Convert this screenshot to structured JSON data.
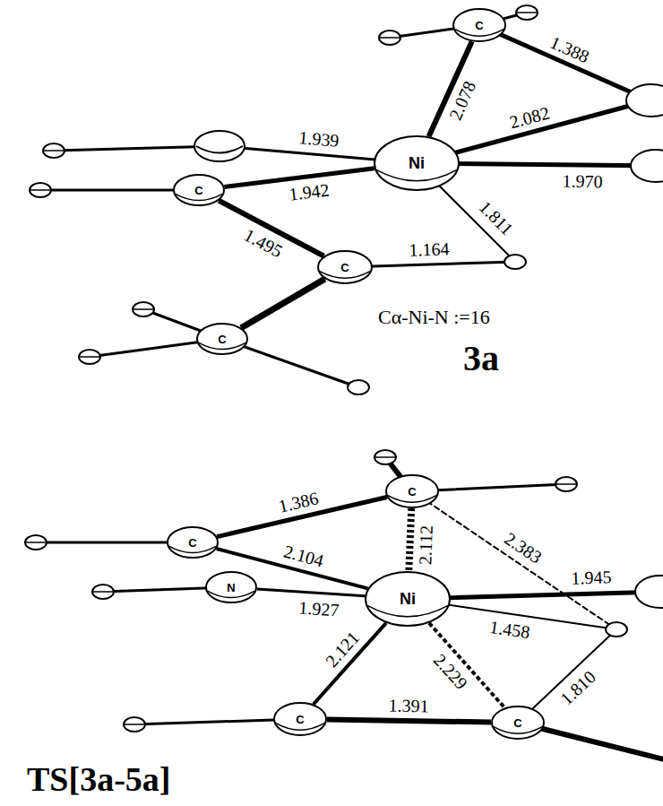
{
  "diagram": {
    "nodes": [
      {
        "text": [
          "C"
        ]
      },
      {
        "text": [
          "Ni"
        ]
      },
      {
        "text": [
          "C"
        ]
      },
      {
        "text": [
          "C"
        ]
      },
      {
        "text": [
          "C"
        ]
      },
      {
        "text": [
          "C"
        ]
      },
      {
        "text": [
          "C"
        ]
      },
      {
        "text": [
          "N"
        ]
      },
      {
        "text": [
          "Ni"
        ]
      },
      {
        "text": [
          "C"
        ]
      },
      {
        "text": [
          "C"
        ]
      }
    ],
    "edges": [
      {
        "from": 0,
        "to": 1,
        "arrow": "none"
      },
      {
        "from": 1,
        "to": 2,
        "arrow": "none"
      },
      {
        "from": 2,
        "to": 3,
        "arrow": "none"
      },
      {
        "from": 3,
        "to": 4,
        "arrow": "none"
      },
      {
        "from": 5,
        "to": 6,
        "arrow": "none"
      },
      {
        "from": 5,
        "to": 8,
        "arrow": "none"
      },
      {
        "from": 6,
        "to": 8,
        "arrow": "none"
      },
      {
        "from": 7,
        "to": 8,
        "arrow": "none"
      },
      {
        "from": 8,
        "to": 9,
        "arrow": "none"
      },
      {
        "from": 8,
        "to": 10,
        "arrow": "none"
      },
      {
        "from": 9,
        "to": 10,
        "arrow": "none"
      }
    ],
    "labels": [
      "1.388",
      "2.078",
      "2.082",
      "1.939",
      "1.942",
      "1.970",
      "1.495",
      "1.164",
      "1.811",
      "Cα-Ni-N :=16",
      "3a",
      "1.386",
      "2.112",
      "2.383",
      "2.104",
      "1.945",
      "1.927",
      "1.458",
      "2.121",
      "2.229",
      "1.391",
      "1.810",
      "TS[3a-5a]"
    ]
  }
}
